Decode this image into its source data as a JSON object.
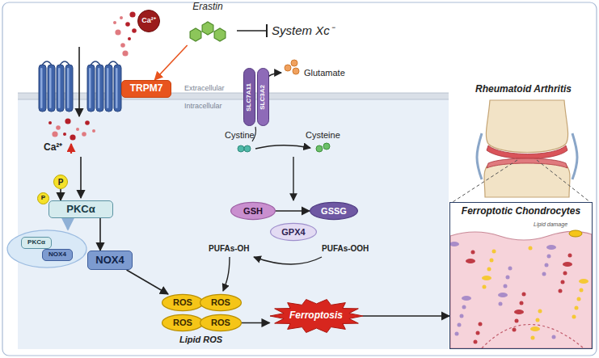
{
  "diagram": {
    "nodes": [
      {
        "text": [
          "Ca²⁺"
        ]
      },
      {
        "text": [
          "Erastin"
        ]
      },
      {
        "text": [
          "TRPM7"
        ]
      },
      {
        "text": [
          "SLC7A11"
        ]
      },
      {
        "text": [
          "SLC3A2"
        ]
      },
      {
        "text": [
          "P"
        ]
      },
      {
        "text": [
          "P"
        ]
      },
      {
        "text": [
          "PKCα"
        ]
      },
      {
        "text": []
      },
      {
        "text": [
          "PKCα"
        ],
        "in": 8
      },
      {
        "text": [
          "NOX4"
        ],
        "in": 8
      },
      {
        "text": [
          "NOX4"
        ]
      },
      {
        "text": [
          "GSH"
        ]
      },
      {
        "text": [
          "GSSG"
        ]
      },
      {
        "text": [
          "GPX4"
        ]
      },
      {
        "text": [
          "ROS"
        ]
      },
      {
        "text": [
          "ROS"
        ]
      },
      {
        "text": [
          "ROS"
        ]
      },
      {
        "text": [
          "ROS"
        ]
      },
      {
        "text": [
          "Ferroptosis"
        ]
      },
      {
        "text": [
          "Ferroptotic Chondrocytes"
        ]
      }
    ],
    "edges": [
      {
        "from": 1,
        "to": 2,
        "arrow": "to"
      },
      {
        "from": 5,
        "to": 7,
        "arrow": "to"
      },
      {
        "from": 7,
        "to": 8,
        "arrow": "to"
      },
      {
        "from": 7,
        "to": 11,
        "arrow": "to"
      },
      {
        "from": 11,
        "to": 15,
        "arrow": "to"
      },
      {
        "from": 12,
        "to": 13,
        "arrow": "to"
      },
      {
        "from": 18,
        "to": 19,
        "arrow": "to"
      },
      {
        "from": 19,
        "to": 20,
        "arrow": "to"
      }
    ],
    "labels": [
      "Extracellular",
      "Intracellular",
      "System Xc⁻",
      "Glutamate",
      "Cystine",
      "Cysteine",
      "Ca²⁺",
      "PUFAs-OH",
      "PUFAs-OOH",
      "Lipid ROS",
      "Rheumatoid Arthritis",
      "Lipid damage"
    ]
  }
}
